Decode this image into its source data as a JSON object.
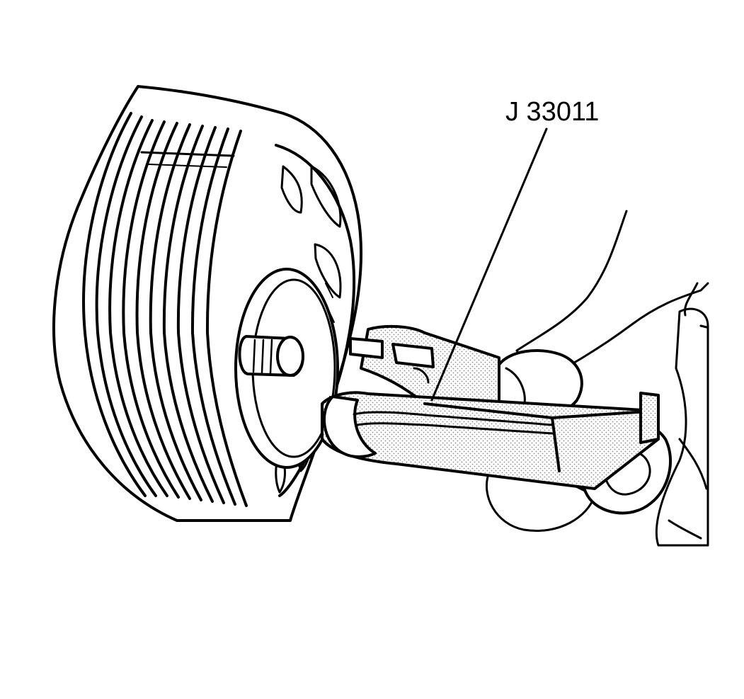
{
  "callout": {
    "text": "J 33011"
  },
  "colors": {
    "ink": "#000000",
    "paper": "#ffffff",
    "stipple": "#d8d8d8"
  },
  "parts": {
    "pulley": "compressor-pulley",
    "shaft": "drive-shaft",
    "tool": "special-tool",
    "hand": "hand"
  }
}
